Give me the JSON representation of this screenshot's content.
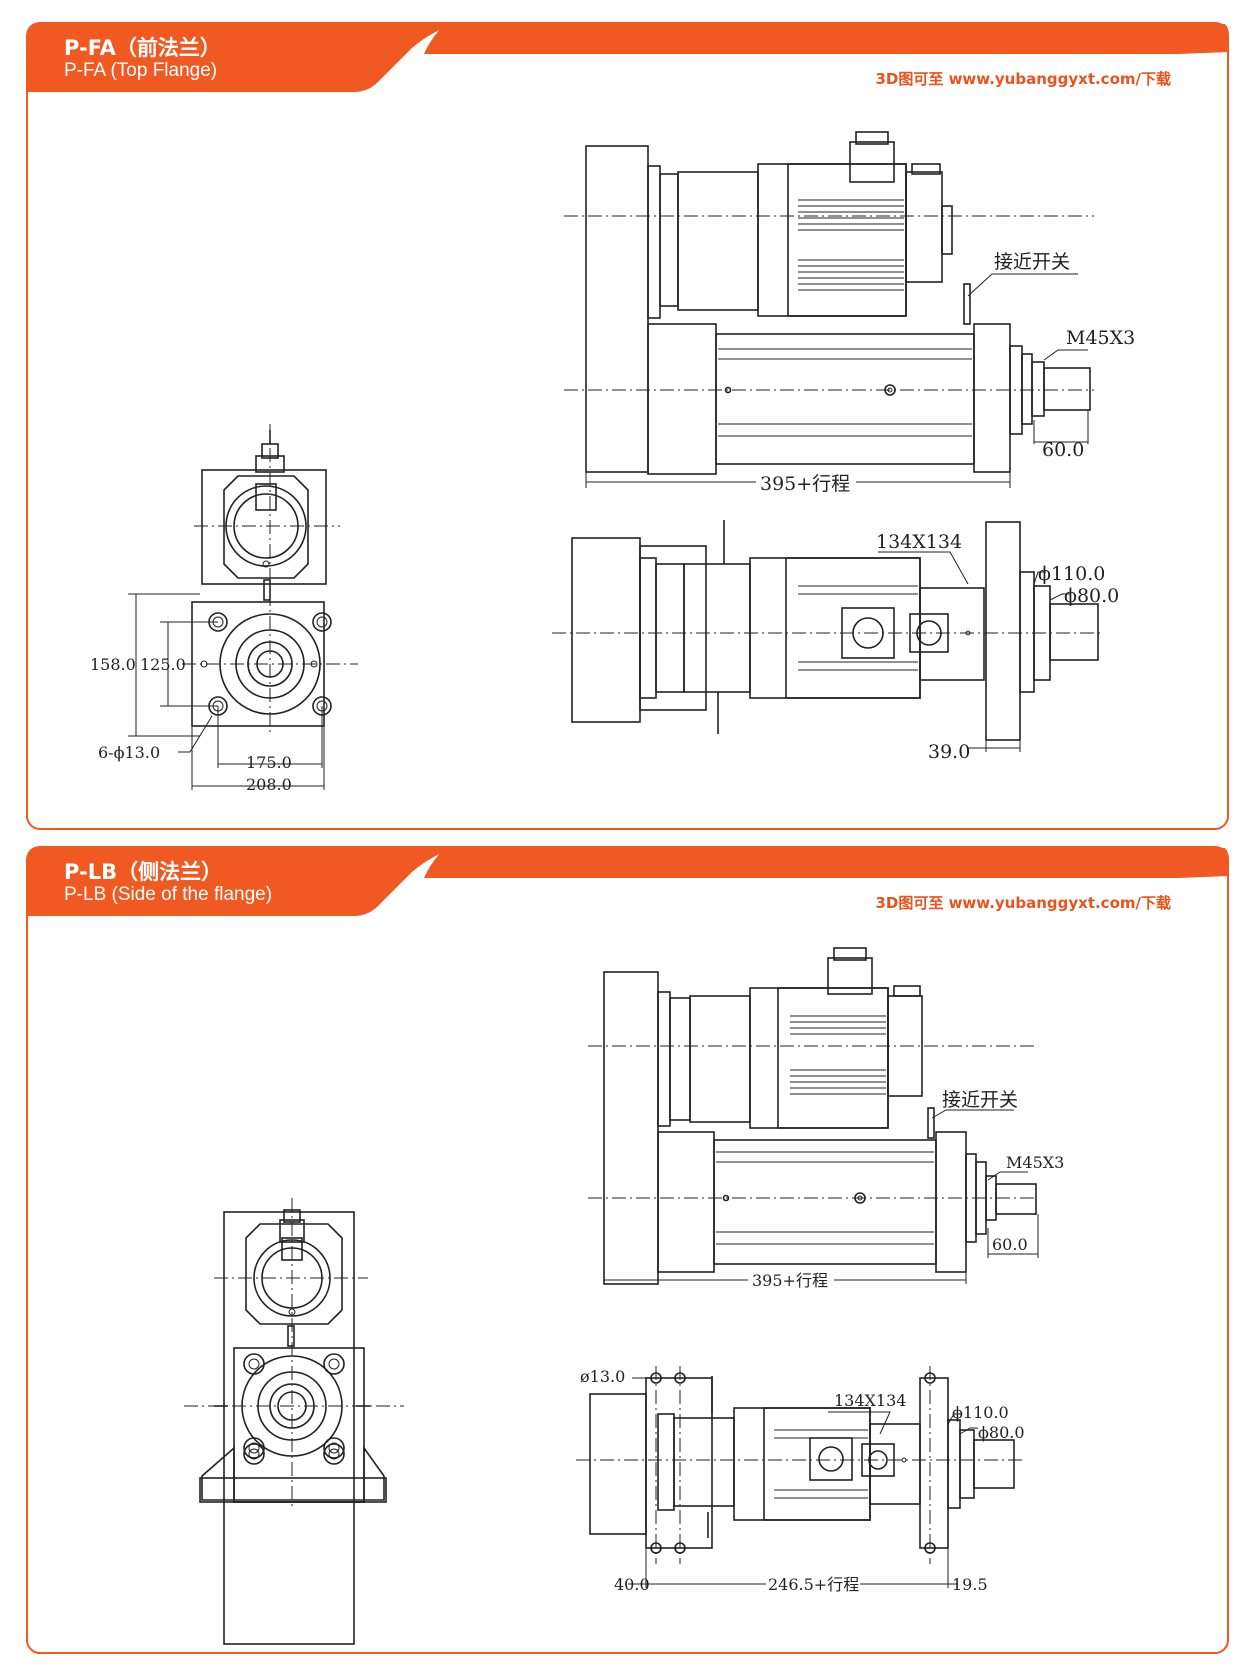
{
  "sections": [
    {
      "title": "P-FA（前法兰）",
      "subtitle": "P-FA (Top Flange)",
      "download": "3D图可至 www.yubanggyxt.com/下载",
      "labels": {
        "switch": "接近开关",
        "thread": "M45X3",
        "ext": "60.0",
        "length": "395+行程",
        "square": "134X134",
        "d110": "ϕ110.0",
        "d80": "ϕ80.0",
        "d39": "39.0",
        "h158": "158.0",
        "h125": "125.0",
        "holes": "6-ϕ13.0",
        "w175": "175.0",
        "w208": "208.0"
      }
    },
    {
      "title": "P-LB（侧法兰）",
      "subtitle": "P-LB (Side of the flange)",
      "download": "3D图可至 www.yubanggyxt.com/下载",
      "labels": {
        "switch": "接近开关",
        "thread": "M45X3",
        "ext": "60.0",
        "length": "395+行程",
        "hole": "ø13.0",
        "square": "134X134",
        "d110": "ϕ110.0",
        "d80": "ϕ80.0",
        "d40": "40.0",
        "stroke": "246.5+行程",
        "d195": "19.5"
      }
    }
  ],
  "colors": {
    "accent": "#f05a22",
    "download_text": "#e8531e",
    "line": "#222222"
  }
}
